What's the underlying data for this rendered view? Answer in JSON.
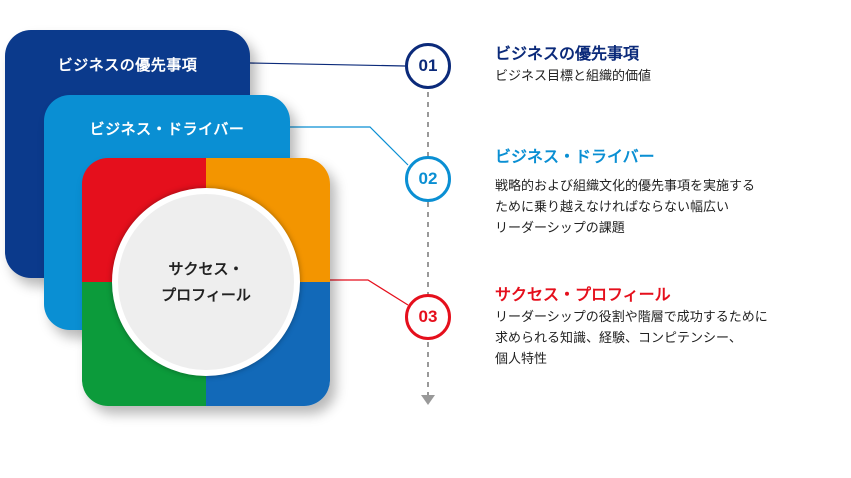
{
  "cards": {
    "business_priorities": "ビジネスの優先事項",
    "business_drivers": "ビジネス・ドライバー",
    "success_profile": "サクセス・\nプロフィール"
  },
  "steps": [
    {
      "number": "01",
      "title": "ビジネスの優先事項",
      "description": "ビジネス目標と組織的価値",
      "color": "#0b2a7a"
    },
    {
      "number": "02",
      "title": "ビジネス・ドライバー",
      "description": "戦略的および組織文化的優先事項を実施する\nために乗り越えなければならない幅広い\nリーダーシップの課題",
      "color": "#0a8fd3"
    },
    {
      "number": "03",
      "title": "サクセス・プロフィール",
      "description": "リーダーシップの役割や階層で成功するために\n求められる知識、経験、コンピテンシー、\n個人特性",
      "color": "#e50f1c"
    }
  ],
  "colors": {
    "card_dark_blue": "#0b3a8c",
    "card_light_blue": "#0a8fd3",
    "quad_red": "#e50f1c",
    "quad_orange": "#f39500",
    "quad_green": "#0c9b3b",
    "quad_blue": "#1269b8"
  }
}
